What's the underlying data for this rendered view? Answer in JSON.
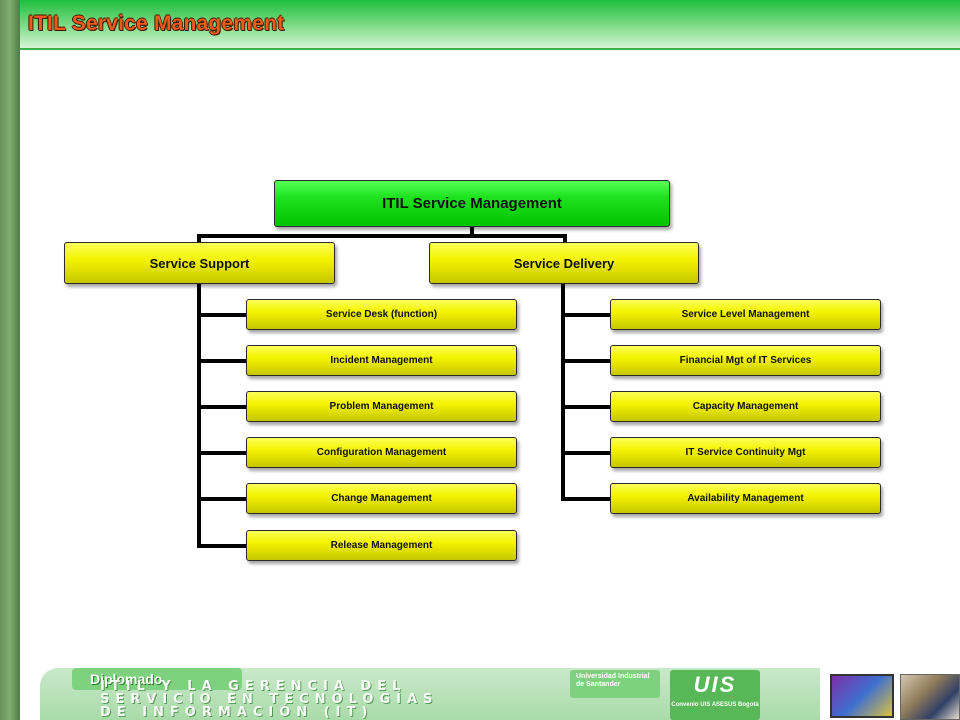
{
  "header": {
    "title": "ITIL Service Management"
  },
  "diagram": {
    "root": "ITIL Service Management",
    "branches": [
      {
        "label": "Service Support",
        "children": [
          "Service Desk (function)",
          "Incident Management",
          "Problem Management",
          "Configuration Management",
          "Change Management",
          "Release Management"
        ]
      },
      {
        "label": "Service Delivery",
        "children": [
          "Service Level Management",
          "Financial Mgt of IT Services",
          "Capacity Management",
          "IT Service Continuity Mgt",
          "Availability Management"
        ]
      }
    ]
  },
  "footer": {
    "tab": "Diplomado",
    "line1": "ITIL Y LA GERENCIA DEL",
    "line2": "SERVICIO EN TECNOLOGÍAS",
    "line3": "DE INFORMACIÓN (IT)",
    "university": "Universidad Industrial de Santander",
    "logo": "UIS",
    "agreement": "Convenio UIS ASESUS Bogotá"
  },
  "colors": {
    "title_text": "#f25a1c",
    "title_band": "#1fbf3f",
    "root_box": "#00c400",
    "node_box": "#f4f400",
    "connector": "#000000"
  }
}
